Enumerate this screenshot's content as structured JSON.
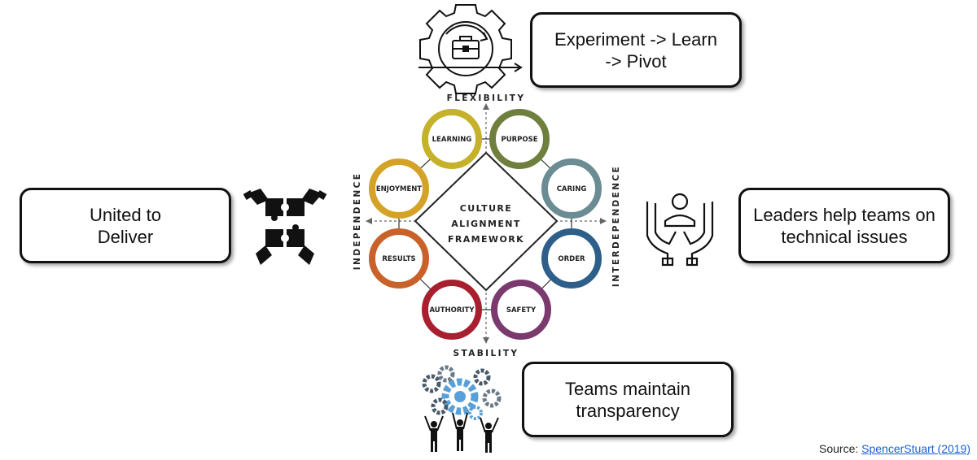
{
  "diagram": {
    "center_title_lines": [
      "CULTURE",
      "ALIGNMENT",
      "FRAMEWORK"
    ],
    "axes": {
      "top": "FLEXIBILITY",
      "bottom": "STABILITY",
      "left": "INDEPENDENCE",
      "right": "INTERDEPENDENCE"
    },
    "styles": [
      {
        "label": "LEARNING",
        "color": "#c5b22a"
      },
      {
        "label": "PURPOSE",
        "color": "#6f7f3e"
      },
      {
        "label": "CARING",
        "color": "#6a8c92"
      },
      {
        "label": "ORDER",
        "color": "#2d5f8a"
      },
      {
        "label": "SAFETY",
        "color": "#7a3a6e"
      },
      {
        "label": "AUTHORITY",
        "color": "#a8202f"
      },
      {
        "label": "RESULTS",
        "color": "#c8622a"
      },
      {
        "label": "ENJOYMENT",
        "color": "#d4a227"
      }
    ]
  },
  "callouts": {
    "top": {
      "lines": [
        "Experiment -> Learn",
        "-> Pivot"
      ],
      "icon": "gear-briefcase-icon"
    },
    "left": {
      "lines": [
        "United to",
        "Deliver"
      ],
      "icon": "puzzle-hands-icon"
    },
    "right": {
      "lines": [
        "Leaders help teams on",
        "technical issues"
      ],
      "icon": "supporting-hands-icon"
    },
    "bottom": {
      "lines": [
        "Teams maintain",
        "transparency"
      ],
      "icon": "team-gears-icon"
    }
  },
  "source": {
    "prefix": "Source: ",
    "link_text": "SpencerStuart (2019)"
  }
}
